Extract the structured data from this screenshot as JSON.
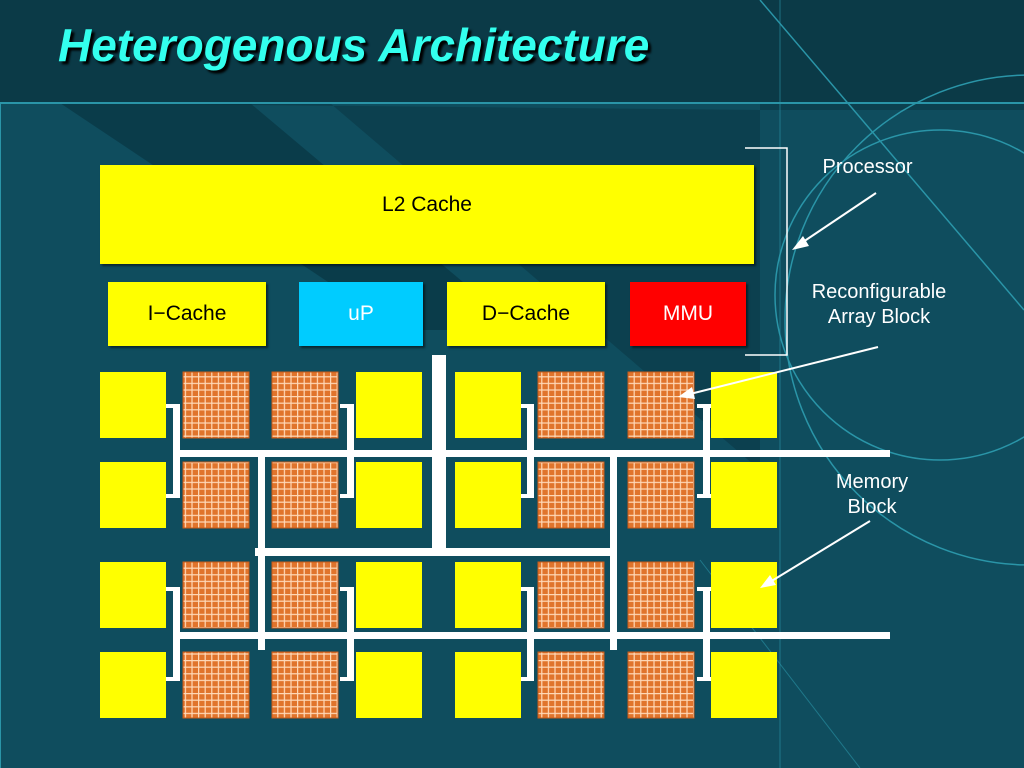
{
  "slide": {
    "title": "Heterogenous Architecture"
  },
  "processor": {
    "l2_cache": "L2 Cache",
    "i_cache": "I−Cache",
    "up": "uP",
    "d_cache": "D−Cache",
    "mmu": "MMU"
  },
  "annotations": {
    "processor": "Processor",
    "reconfigurable_line1": "Reconfigurable",
    "reconfigurable_line2": "Array Block",
    "memory_line1": "Memory",
    "memory_line2": "Block"
  },
  "colors": {
    "background": "#0f4d5e",
    "title": "#33ffee",
    "memory_block": "#ffff00",
    "array_block": "#e0742c",
    "up": "#00ccff",
    "mmu": "#ff0000",
    "interconnect": "#ffffff"
  }
}
